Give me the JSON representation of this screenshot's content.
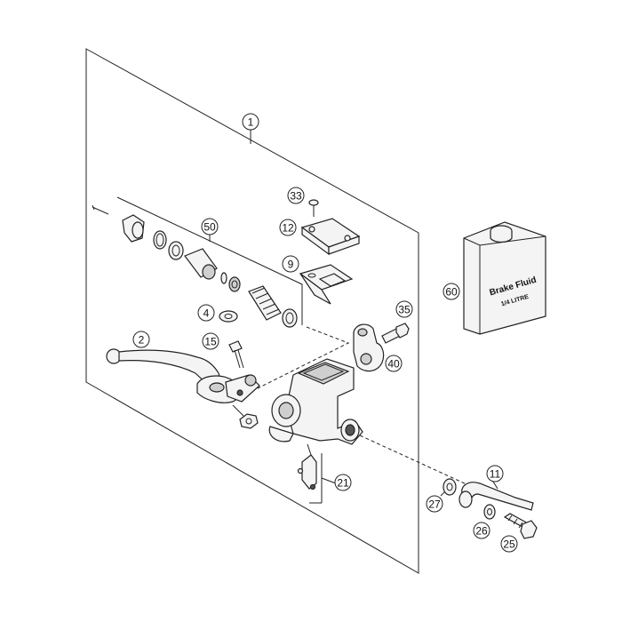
{
  "diagram": {
    "callouts": [
      {
        "id": "c1",
        "label": "1"
      },
      {
        "id": "c2",
        "label": "2"
      },
      {
        "id": "c4",
        "label": "4"
      },
      {
        "id": "c9",
        "label": "9"
      },
      {
        "id": "c11",
        "label": "11"
      },
      {
        "id": "c12",
        "label": "12"
      },
      {
        "id": "c15",
        "label": "15"
      },
      {
        "id": "c21",
        "label": "21"
      },
      {
        "id": "c25",
        "label": "25"
      },
      {
        "id": "c26",
        "label": "26"
      },
      {
        "id": "c27",
        "label": "27"
      },
      {
        "id": "c33",
        "label": "33"
      },
      {
        "id": "c35",
        "label": "35"
      },
      {
        "id": "c40",
        "label": "40"
      },
      {
        "id": "c50",
        "label": "50"
      },
      {
        "id": "c60",
        "label": "60"
      }
    ],
    "bottle": {
      "line1": "Brake Fluid",
      "line2": "1/4 LITRE"
    }
  }
}
